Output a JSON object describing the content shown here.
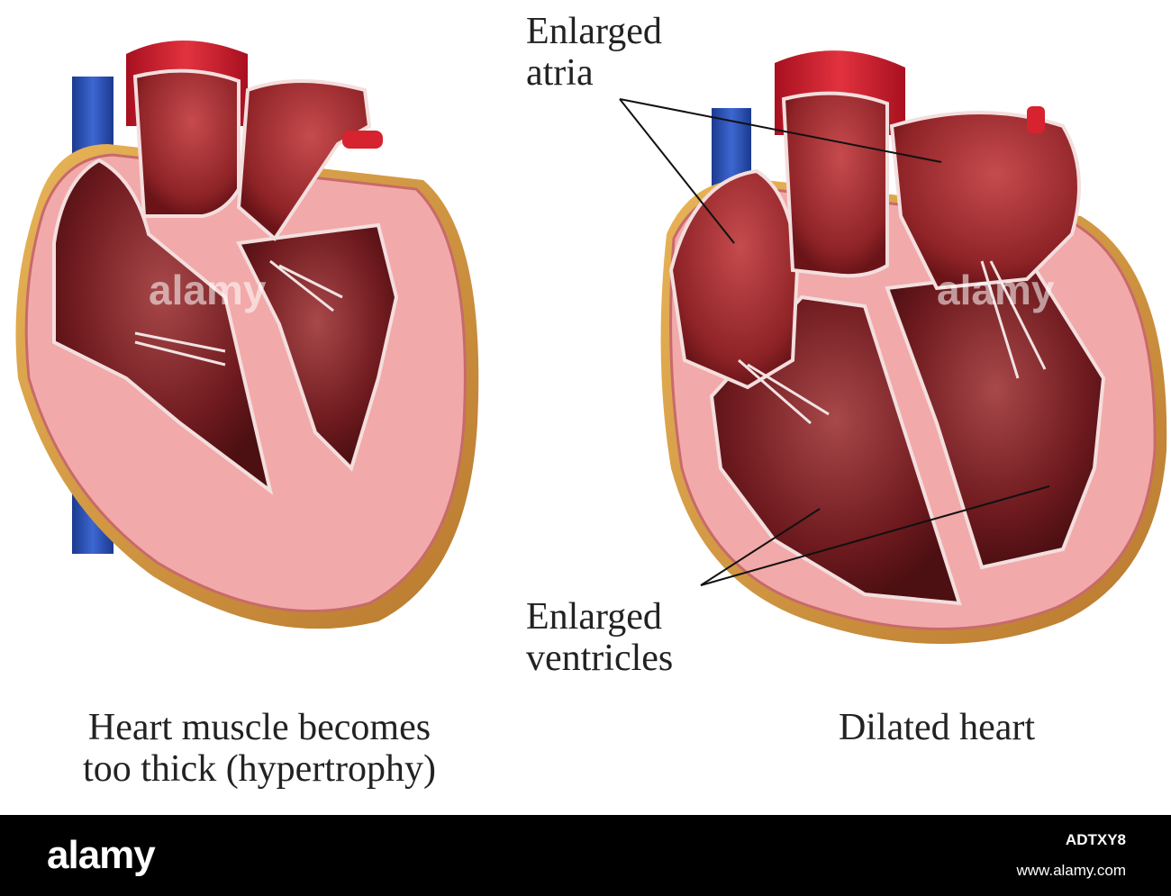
{
  "labels": {
    "enlarged_atria": [
      "Enlarged",
      "atria"
    ],
    "enlarged_ventricles": [
      "Enlarged",
      "ventricles"
    ]
  },
  "captions": {
    "left": [
      "Heart muscle becomes",
      "too thick (hypertrophy)"
    ],
    "right": "Dilated heart"
  },
  "watermark": "alamy",
  "footer": {
    "logo": "alamy",
    "image_id": "ADTXY8",
    "url": "www.alamy.com"
  },
  "colors": {
    "muscle_pink": "#f0a6a6",
    "chamber_dark": "#7a1f22",
    "vessel_red": "#c8102e",
    "vessel_blue": "#2a4fb5",
    "fat_yellow": "#d9a441"
  }
}
